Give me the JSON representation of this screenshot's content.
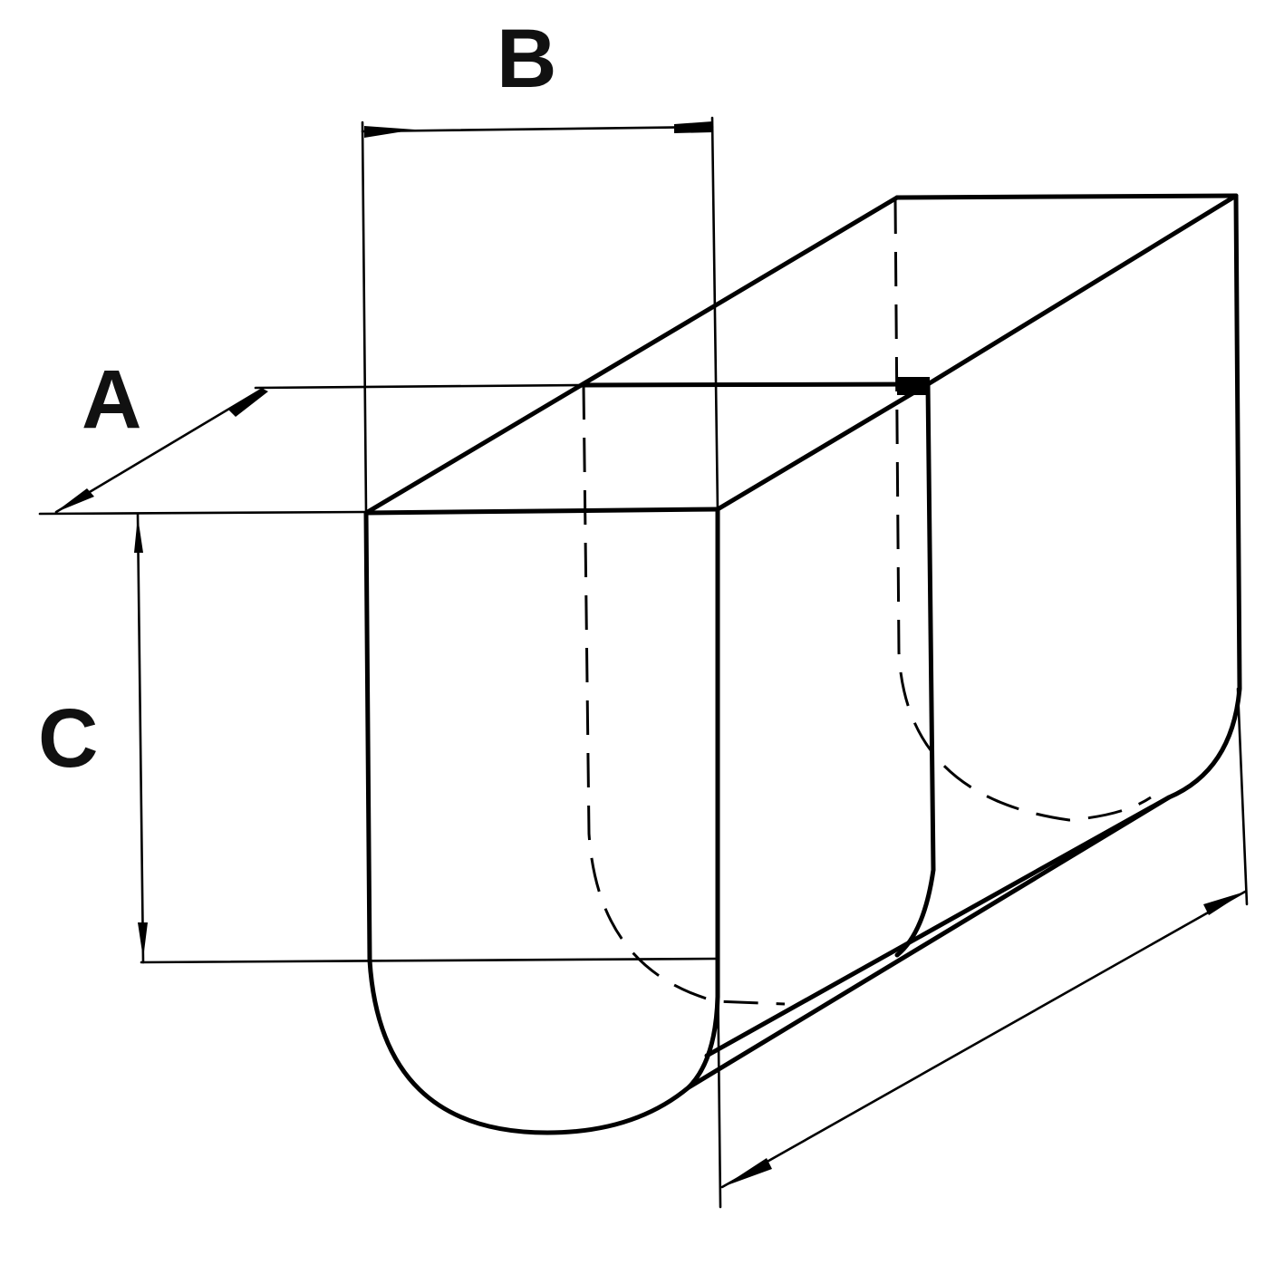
{
  "figure": {
    "type": "technical-drawing",
    "subject": "U-shaped trough / channel in isometric view with dimension callouts",
    "colors": {
      "line": "#000000",
      "background": "#ffffff"
    }
  },
  "dimensions": {
    "A": {
      "label": "A",
      "meaning": "depth (front-to-back, along isometric axis)"
    },
    "B": {
      "label": "B",
      "meaning": "width of trough opening"
    },
    "C": {
      "label": "C",
      "meaning": "height of straight side wall"
    }
  },
  "extra_dimension": {
    "label": "",
    "meaning": "overall length of trough (unlabeled dimension line at lower right)"
  }
}
